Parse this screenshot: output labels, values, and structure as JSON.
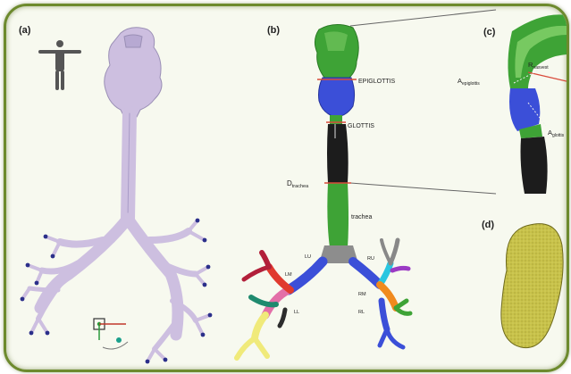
{
  "panels": {
    "a": "(a)",
    "b": "(b)",
    "c": "(c)",
    "d": "(d)"
  },
  "panel_b_labels": {
    "epiglottis": "EPIGLOTTIS",
    "glottis": "GLOTTIS",
    "d_trachea_main": "D",
    "d_trachea_sub": "trachea",
    "trachea": "trachea",
    "branch_left_upper": "LU",
    "branch_left_mid": "LM",
    "branch_left_lower": "LL",
    "branch_right_upper": "RU",
    "branch_right_mid": "RM",
    "branch_right_lower": "RL"
  },
  "panel_c_labels": {
    "a_epiglottis_main": "A",
    "a_epiglottis_sub": "epiglottis",
    "r_main": "R",
    "r_sub": "nasvest",
    "a_glottis_main": "A",
    "a_glottis_sub": "glottis"
  },
  "colors": {
    "frame": "#6d8a2e",
    "airway_a": "#cdbfe0",
    "green": "#3ea336",
    "blue": "#3b4fd8",
    "black": "#1c1c1c",
    "particle": "#c8c24a"
  }
}
